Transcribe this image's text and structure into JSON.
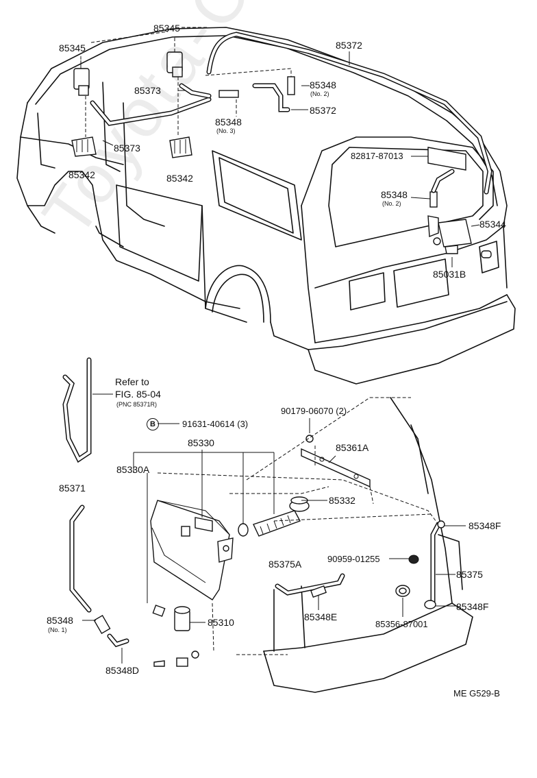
{
  "diagram": {
    "part_labels": [
      {
        "id": "l1",
        "text": "85345"
      },
      {
        "id": "l2",
        "text": "85345"
      },
      {
        "id": "l3",
        "text": "85372"
      },
      {
        "id": "l4",
        "text": "85373"
      },
      {
        "id": "l5",
        "text": "85348"
      },
      {
        "id": "l6",
        "text": "85372"
      },
      {
        "id": "l7",
        "text": "85348"
      },
      {
        "id": "l8",
        "text": "85373"
      },
      {
        "id": "l9",
        "text": "85342"
      },
      {
        "id": "l10",
        "text": "85342"
      },
      {
        "id": "l11",
        "text": "82817-87013"
      },
      {
        "id": "l12",
        "text": "85348"
      },
      {
        "id": "l13",
        "text": "85344"
      },
      {
        "id": "l14",
        "text": "85031B"
      },
      {
        "id": "l15",
        "text": "Refer to"
      },
      {
        "id": "l16",
        "text": "FIG. 85-04"
      },
      {
        "id": "l17",
        "text": "91631-40614 (3)"
      },
      {
        "id": "l18",
        "text": "90179-06070 (2)"
      },
      {
        "id": "l19",
        "text": "85330"
      },
      {
        "id": "l20",
        "text": "85330A"
      },
      {
        "id": "l21",
        "text": "85361A"
      },
      {
        "id": "l22",
        "text": "85371"
      },
      {
        "id": "l23",
        "text": "85332"
      },
      {
        "id": "l24",
        "text": "85348F"
      },
      {
        "id": "l25",
        "text": "85375A"
      },
      {
        "id": "l26",
        "text": "90959-01255"
      },
      {
        "id": "l27",
        "text": "85375"
      },
      {
        "id": "l28",
        "text": "85348"
      },
      {
        "id": "l29",
        "text": "85310"
      },
      {
        "id": "l30",
        "text": "85348E"
      },
      {
        "id": "l31",
        "text": "85356-87001"
      },
      {
        "id": "l32",
        "text": "85348F"
      },
      {
        "id": "l33",
        "text": "85348D"
      }
    ],
    "sub_labels": [
      {
        "id": "s1",
        "text": "(No. 2)"
      },
      {
        "id": "s2",
        "text": "(No. 3)"
      },
      {
        "id": "s3",
        "text": "(No. 2)"
      },
      {
        "id": "s4",
        "text": "(PNC 85371R)"
      },
      {
        "id": "s5",
        "text": "(No. 1)"
      }
    ],
    "bolt_marker": "B",
    "figure_code": "ME  G529-B",
    "watermark": "Toyota-Carinfo.ru"
  }
}
